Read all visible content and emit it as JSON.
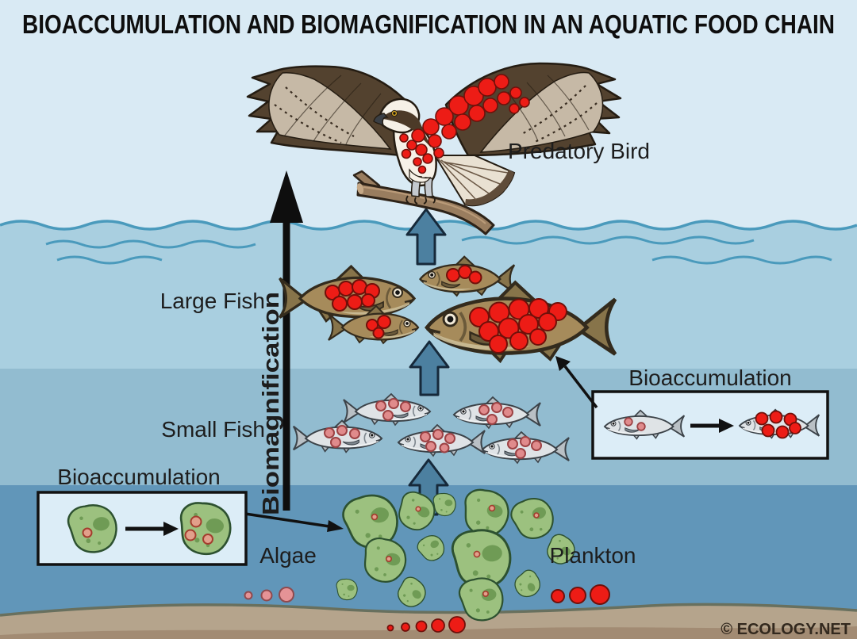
{
  "title": "BIOACCUMULATION AND BIOMAGNIFICATION IN AN AQUATIC FOOD CHAIN",
  "labels": {
    "predatory_bird": "Predatory Bird",
    "large_fish": "Large Fish",
    "small_fish": "Small Fish",
    "algae": "Algae",
    "plankton": "Plankton",
    "biomagnification": "Biomagnification",
    "bioaccumulation_left": "Bioaccumulation",
    "bioaccumulation_right": "Bioaccumulation"
  },
  "copyright": "© ECOLOGY.NET",
  "diagram": {
    "type": "aquatic-food-chain",
    "flow": [
      "Algae / Plankton",
      "Small Fish",
      "Large Fish",
      "Predatory Bird"
    ],
    "toxin_dot_counts": {
      "algae_cell_before": 1,
      "algae_cell_after": 3,
      "small_fish_each": 4,
      "inset_fish_before": 2,
      "inset_fish_after": 6,
      "large_fish_each": 7,
      "largest_fish": 12,
      "predatory_bird": 24
    },
    "insets": [
      {
        "side": "left",
        "title": "Bioaccumulation",
        "shows": "algae cell gaining toxin dots"
      },
      {
        "side": "right",
        "title": "Bioaccumulation",
        "shows": "small fish gaining toxin dots"
      }
    ],
    "colors": {
      "toxin_red": "#ed1c16",
      "toxin_pink": "#e08b8c",
      "sky": "#d9eaf4",
      "water_surface_layer": "#a9cfe0",
      "water_mid_layer": "#92bcd0",
      "water_deep_layer": "#6196b9",
      "sand": "#b5a48c",
      "algae_green": "#9cc17f",
      "transfer_arrow_blue": "#4c80a0"
    }
  }
}
